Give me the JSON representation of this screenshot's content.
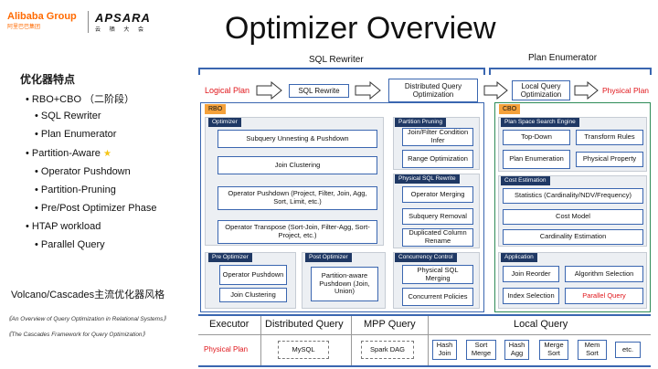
{
  "logos": {
    "alibaba": "Alibaba Group",
    "alibaba_sub": "阿里巴巴集团",
    "apsara": "APSARA",
    "apsara_sub": "云 栖 大 会"
  },
  "title": "Optimizer Overview",
  "sidebar": {
    "heading": "优化器特点",
    "items": [
      "• RBO+CBO （二阶段）",
      "• SQL Rewriter",
      "• Plan Enumerator",
      "• Partition-Aware",
      "• Operator Pushdown",
      "• Partition-Pruning",
      "• Pre/Post Optimizer Phase",
      "• HTAP workload",
      "• Parallel Query"
    ],
    "star": "★",
    "footer": "Volcano/Cascades主流优化器风格",
    "refs": [
      "《An Overview of Query Optimization in Relational Systems》",
      "《The Cascades Framework for Query Optimization》"
    ]
  },
  "diagram": {
    "sql_rewriter_label": "SQL Rewriter",
    "plan_enumerator_label": "Plan Enumerator",
    "logical_plan": "Logical Plan",
    "sql_rewrite": "SQL Rewrite",
    "distributed_query_opt": "Distributed Query Optimization",
    "local_query_opt": "Local Query Optimization",
    "physical_plan": "Physical Plan",
    "rbo": "RBO",
    "cbo": "CBO",
    "optimizer": {
      "header": "Optimizer",
      "items": [
        "Subquery Unnesting & Pushdown",
        "Join Clustering",
        "Operator Pushdown (Project, Filter, Join, Agg, Sort, Limit, etc.)",
        "Operator Transpose (Sort-Join, Filter-Agg, Sort-Project, etc.)"
      ]
    },
    "pre_optimizer": {
      "header": "Pre Optimizer",
      "items": [
        "Operator Pushdown",
        "Join Clustering"
      ]
    },
    "post_optimizer": {
      "header": "Post Optimizer",
      "items": [
        "Partition-aware Pushdown (Join, Union)"
      ]
    },
    "partition_pruning": {
      "header": "Partition Pruning",
      "items": [
        "Join/Filter Condition Infer",
        "Range Optimization"
      ]
    },
    "physical_sql_rewrite": {
      "header": "Physical SQL Rewrite",
      "items": [
        "Operator Merging",
        "Subquery Removal",
        "Duplicated Column Rename"
      ]
    },
    "concurrency_control": {
      "header": "Concurrency Control",
      "items": [
        "Physical SQL Merging",
        "Concurrent Policies"
      ]
    },
    "plan_space": {
      "header": "Plan Space Search Engine",
      "items": [
        "Top-Down",
        "Transform Rules",
        "Plan Enumeration",
        "Physical Property"
      ]
    },
    "cost_estimation": {
      "header": "Cost Estimation",
      "items": [
        "Statistics (Cardinality/NDV/Frequency)",
        "Cost Model",
        "Cardinality Estimation"
      ]
    },
    "application": {
      "header": "Application",
      "items": [
        "Join Reorder",
        "Algorithm Selection",
        "Index Selection",
        "Parallel Query"
      ]
    },
    "executor": {
      "label": "Executor",
      "distributed_query": "Distributed Query",
      "mpp_query": "MPP Query",
      "local_query": "Local Query",
      "physical_plan": "Physical Plan",
      "mysql": "MySQL",
      "spark_dag": "Spark DAG",
      "operators": [
        "Hash Join",
        "Sort Merge",
        "Hash Agg",
        "Merge Sort",
        "Mem Sort",
        "etc."
      ]
    }
  }
}
